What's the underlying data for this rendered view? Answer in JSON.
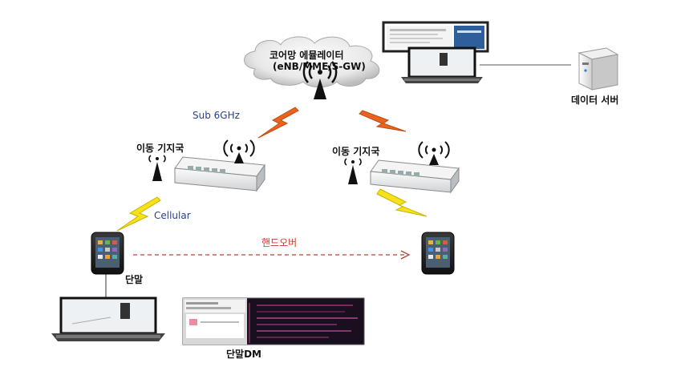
{
  "core": {
    "line1": "코어망 에뮬레이터",
    "line2": "(eNB/MME/S-GW)"
  },
  "data_server": {
    "label": "데이터 서버"
  },
  "links": {
    "sub6": "Sub 6GHz",
    "cellular": "Cellular",
    "handover": "핸드오버"
  },
  "base_station_left": {
    "label": "이동 기지국"
  },
  "base_station_right": {
    "label": "이동 기지국"
  },
  "terminal": {
    "label": "단말"
  },
  "terminal_dm": {
    "label": "단말DM"
  },
  "colors": {
    "lightning_orange": "#e8641e",
    "lightning_yellow": "#f5e21a",
    "handover_arrow": "#b5463a",
    "text_blue": "#2b3f8f"
  }
}
